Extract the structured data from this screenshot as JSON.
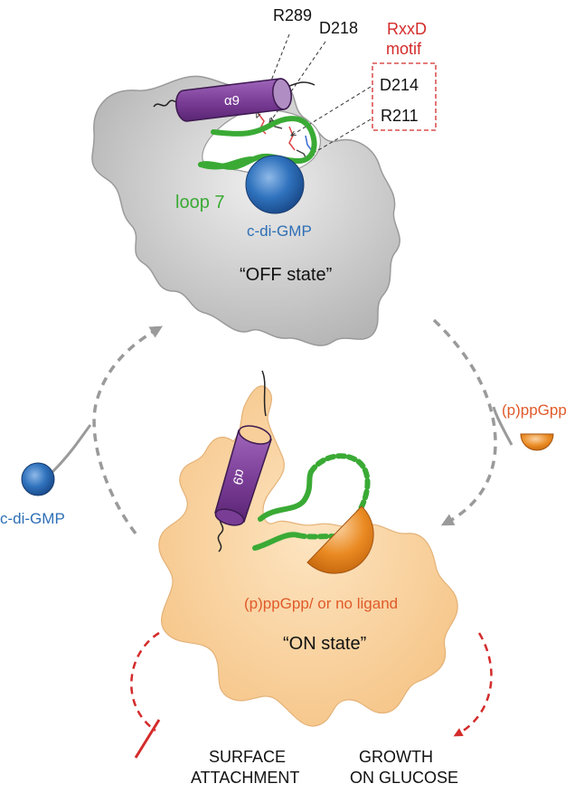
{
  "labels": {
    "r289": "R289",
    "d218": "D218",
    "rxxd_line1": "RxxD",
    "rxxd_line2": "motif",
    "d214": "D214",
    "r211": "R211",
    "alpha9_top": "α9",
    "alpha9_bottom": "α9",
    "loop7": "loop 7",
    "cdigmp_top": "c-di-GMP",
    "off_state": "“OFF state”",
    "ppgpp_right": "(p)ppGpp",
    "cdigmp_left": "c-di-GMP",
    "ppgpp_bottom": "(p)ppGpp/ or no ligand",
    "on_state": "“ON state”",
    "surface_line1": "SURFACE",
    "surface_line2": "ATTACHMENT",
    "growth_line1": "GROWTH",
    "growth_line2": "ON GLUCOSE"
  },
  "colors": {
    "off_protein": "#c8c8c8",
    "on_protein": "#f8cf9a",
    "helix": "#7a3d96",
    "loop": "#3aaa35",
    "cdigmp": "#2d6fb5",
    "ppgpp": "#e8821e",
    "motif_red": "#d42b2b",
    "cycle_arrow": "#9a9a9a",
    "outcome_red": "#d42b2b"
  }
}
